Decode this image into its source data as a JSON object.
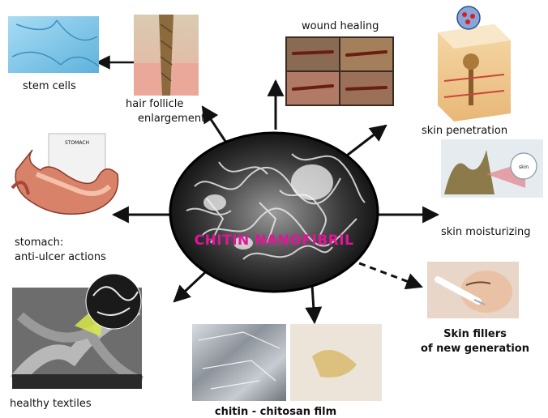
{
  "center": {
    "title": "CHITIN NANOFIBRIL"
  },
  "labels": {
    "stem_cells": "stem cells",
    "hair_follicle_line1": "hair follicle",
    "hair_follicle_line2": "enlargement",
    "wound_healing": "wound healing",
    "skin_penetration": "skin penetration",
    "skin_moisturizing": "skin moisturizing",
    "stomach_line1": "stomach:",
    "stomach_line2": "anti-ulcer actions",
    "skin_fillers_line1": "Skin fillers",
    "skin_fillers_line2": "of new generation",
    "healthy_textiles": "healthy textiles",
    "film": "chitin - chitosan film"
  },
  "image_text": {
    "stomach_sign": "STOMACH",
    "moisturizing_sign": "skin"
  },
  "colors": {
    "center_title": "#e0159a",
    "arrow": "#111111",
    "stem_cells": "#7fc6e8",
    "textile_highlight": "#d8e84a"
  }
}
